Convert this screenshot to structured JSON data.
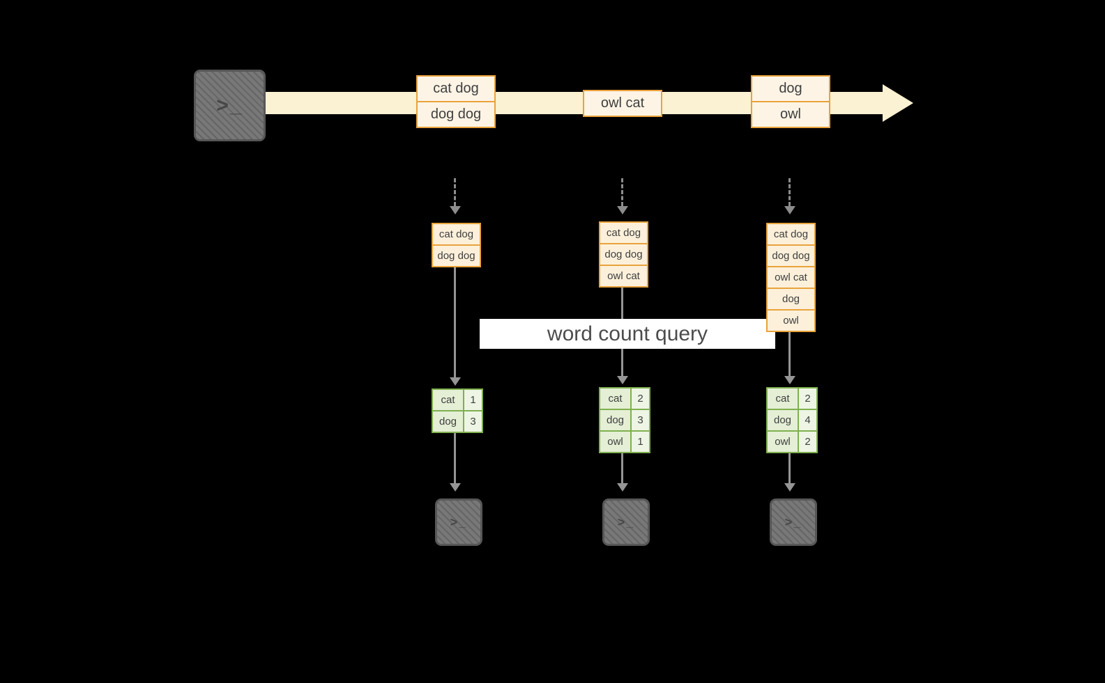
{
  "terminal_glyph": ">_",
  "query_banner": {
    "label": "word count query"
  },
  "stream_batches": [
    {
      "lines": [
        "cat dog",
        "dog dog"
      ]
    },
    {
      "lines": [
        "owl cat"
      ]
    },
    {
      "lines": [
        "dog",
        "owl"
      ]
    }
  ],
  "accumulated_inputs": [
    {
      "lines": [
        "cat dog",
        "dog dog"
      ]
    },
    {
      "lines": [
        "cat dog",
        "dog dog",
        "owl cat"
      ]
    },
    {
      "lines": [
        "cat dog",
        "dog dog",
        "owl cat",
        "dog",
        "owl"
      ]
    }
  ],
  "result_tables": [
    {
      "rows": [
        {
          "word": "cat",
          "count": "1"
        },
        {
          "word": "dog",
          "count": "3"
        }
      ]
    },
    {
      "rows": [
        {
          "word": "cat",
          "count": "2"
        },
        {
          "word": "dog",
          "count": "3"
        },
        {
          "word": "owl",
          "count": "1"
        }
      ]
    },
    {
      "rows": [
        {
          "word": "cat",
          "count": "2"
        },
        {
          "word": "dog",
          "count": "4"
        },
        {
          "word": "owl",
          "count": "2"
        }
      ]
    }
  ],
  "colors": {
    "background": "#000000",
    "stream_band": "#fbf1d3",
    "input_box_fill": "#fdf4e5",
    "input_box_border": "#e9a33b",
    "table_border": "#7fb04f",
    "table_word_fill": "#e4efd5",
    "table_count_fill": "#eef5e5",
    "arrow": "#959595",
    "terminal_fill": "#787878",
    "banner_background": "#ffffff"
  }
}
